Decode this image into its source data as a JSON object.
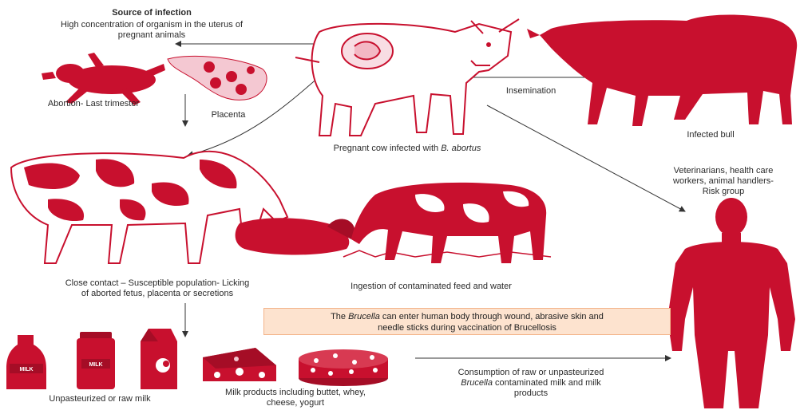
{
  "source_title": "Source of infection",
  "source_desc_line1": "High concentration of organism in the uterus of",
  "source_desc_line2": "pregnant animals",
  "abortion_label": "Abortion- Last trimester",
  "placenta_label": "Placenta",
  "pregnant_cow_label_prefix": "Pregnant cow infected with ",
  "pregnant_cow_label_italic": "B. abortus",
  "insemination_label": "Insemination",
  "infected_bull_label": "Infected bull",
  "risk_group_line1": "Veterinarians, health care",
  "risk_group_line2": "workers, animal handlers-",
  "risk_group_line3": "Risk group",
  "close_contact_line1": "Close contact – Susceptible population- Licking",
  "close_contact_line2": "of aborted fetus, placenta or secretions",
  "ingestion_label": "Ingestion of contaminated feed and water",
  "note_prefix": "The ",
  "note_italic": "Brucella",
  "note_line1_rest": " can enter human body through wound, abrasive skin and",
  "note_line2": "needle sticks during vaccination of Brucellosis",
  "raw_milk_label": "Unpasteurized or raw milk",
  "milk_products_line1": "Milk products including buttet, whey,",
  "milk_products_line2": "cheese, yogurt",
  "consumption_line1": "Consumption of raw or unpasteurized",
  "consumption_line2_italic": "Brucella",
  "consumption_line2_rest": " contaminated milk and milk",
  "consumption_line3": "products",
  "milk_word": "MILK",
  "colors": {
    "crimson": "#c8102e",
    "dark_red": "#a50d26",
    "pink": "#f3c6cf",
    "note_bg": "#fde3cf"
  },
  "icons": [
    "fetus-icon",
    "placenta-icon",
    "pregnant-cow-icon",
    "bull-icon",
    "herd-cows-icon",
    "grazing-cow-icon",
    "human-figure-icon",
    "milk-bottle-icon",
    "milk-jar-icon",
    "milk-carton-icon",
    "cheese-wedge-icon",
    "cheese-wheel-icon"
  ]
}
